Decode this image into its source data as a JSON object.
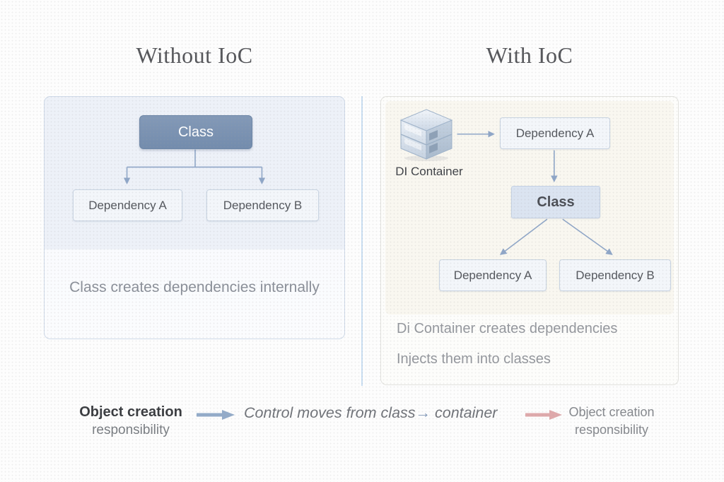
{
  "colors": {
    "class_fill": "#7e96b5",
    "class_fill_dark": "#738cad",
    "box_fill": "#f3f6fa",
    "box_border": "#c9d4e2",
    "connector": "#8fa6c7",
    "legend_arrow_blue": "#93abc9",
    "legend_arrow_pink": "#dfa9ab",
    "panel_left_bg": "#edf1f8",
    "panel_right_cream": "#f6f1e6",
    "divider": "#bcd6ef"
  },
  "left_section": {
    "title": "Without IoC",
    "class_box": "Class",
    "dependency_a": "Dependency A",
    "dependency_b": "Dependency B",
    "caption": "Class creates dependencies internally"
  },
  "right_section": {
    "title": "With IoC",
    "di_container_label": "DI Container",
    "dependency_a_top": "Dependency A",
    "class_box": "Class",
    "dependency_a": "Dependency A",
    "dependency_b": "Dependency B",
    "caption_line1": "Di Container creates dependencies",
    "caption_line2": "Injects them into classes"
  },
  "legend": {
    "left_label_line1": "Object creation",
    "left_label_line2": "responsibility",
    "middle_text_part1": "Control moves from class",
    "middle_arrow": "→",
    "middle_text_part2": " container",
    "right_label_line1": "Object creation",
    "right_label_line2": "responsibility"
  }
}
